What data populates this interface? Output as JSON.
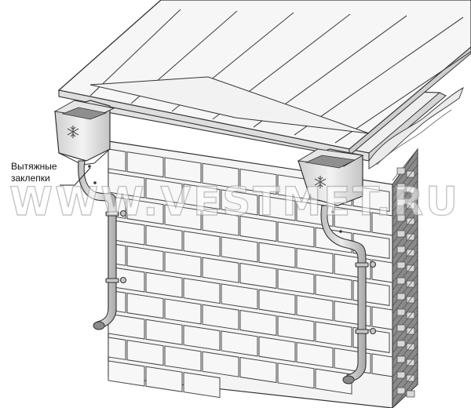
{
  "callout": {
    "line1": "Вытяжные",
    "line2": "заклепки"
  },
  "watermark": "WWW.VESTMET.RU",
  "colors": {
    "stroke": "#333333",
    "brick_face": "#f2f2f2",
    "gutter": "#dcdcdc",
    "pipe": "#d6d6d6"
  },
  "icons": [
    "snowflake-logo-icon"
  ]
}
